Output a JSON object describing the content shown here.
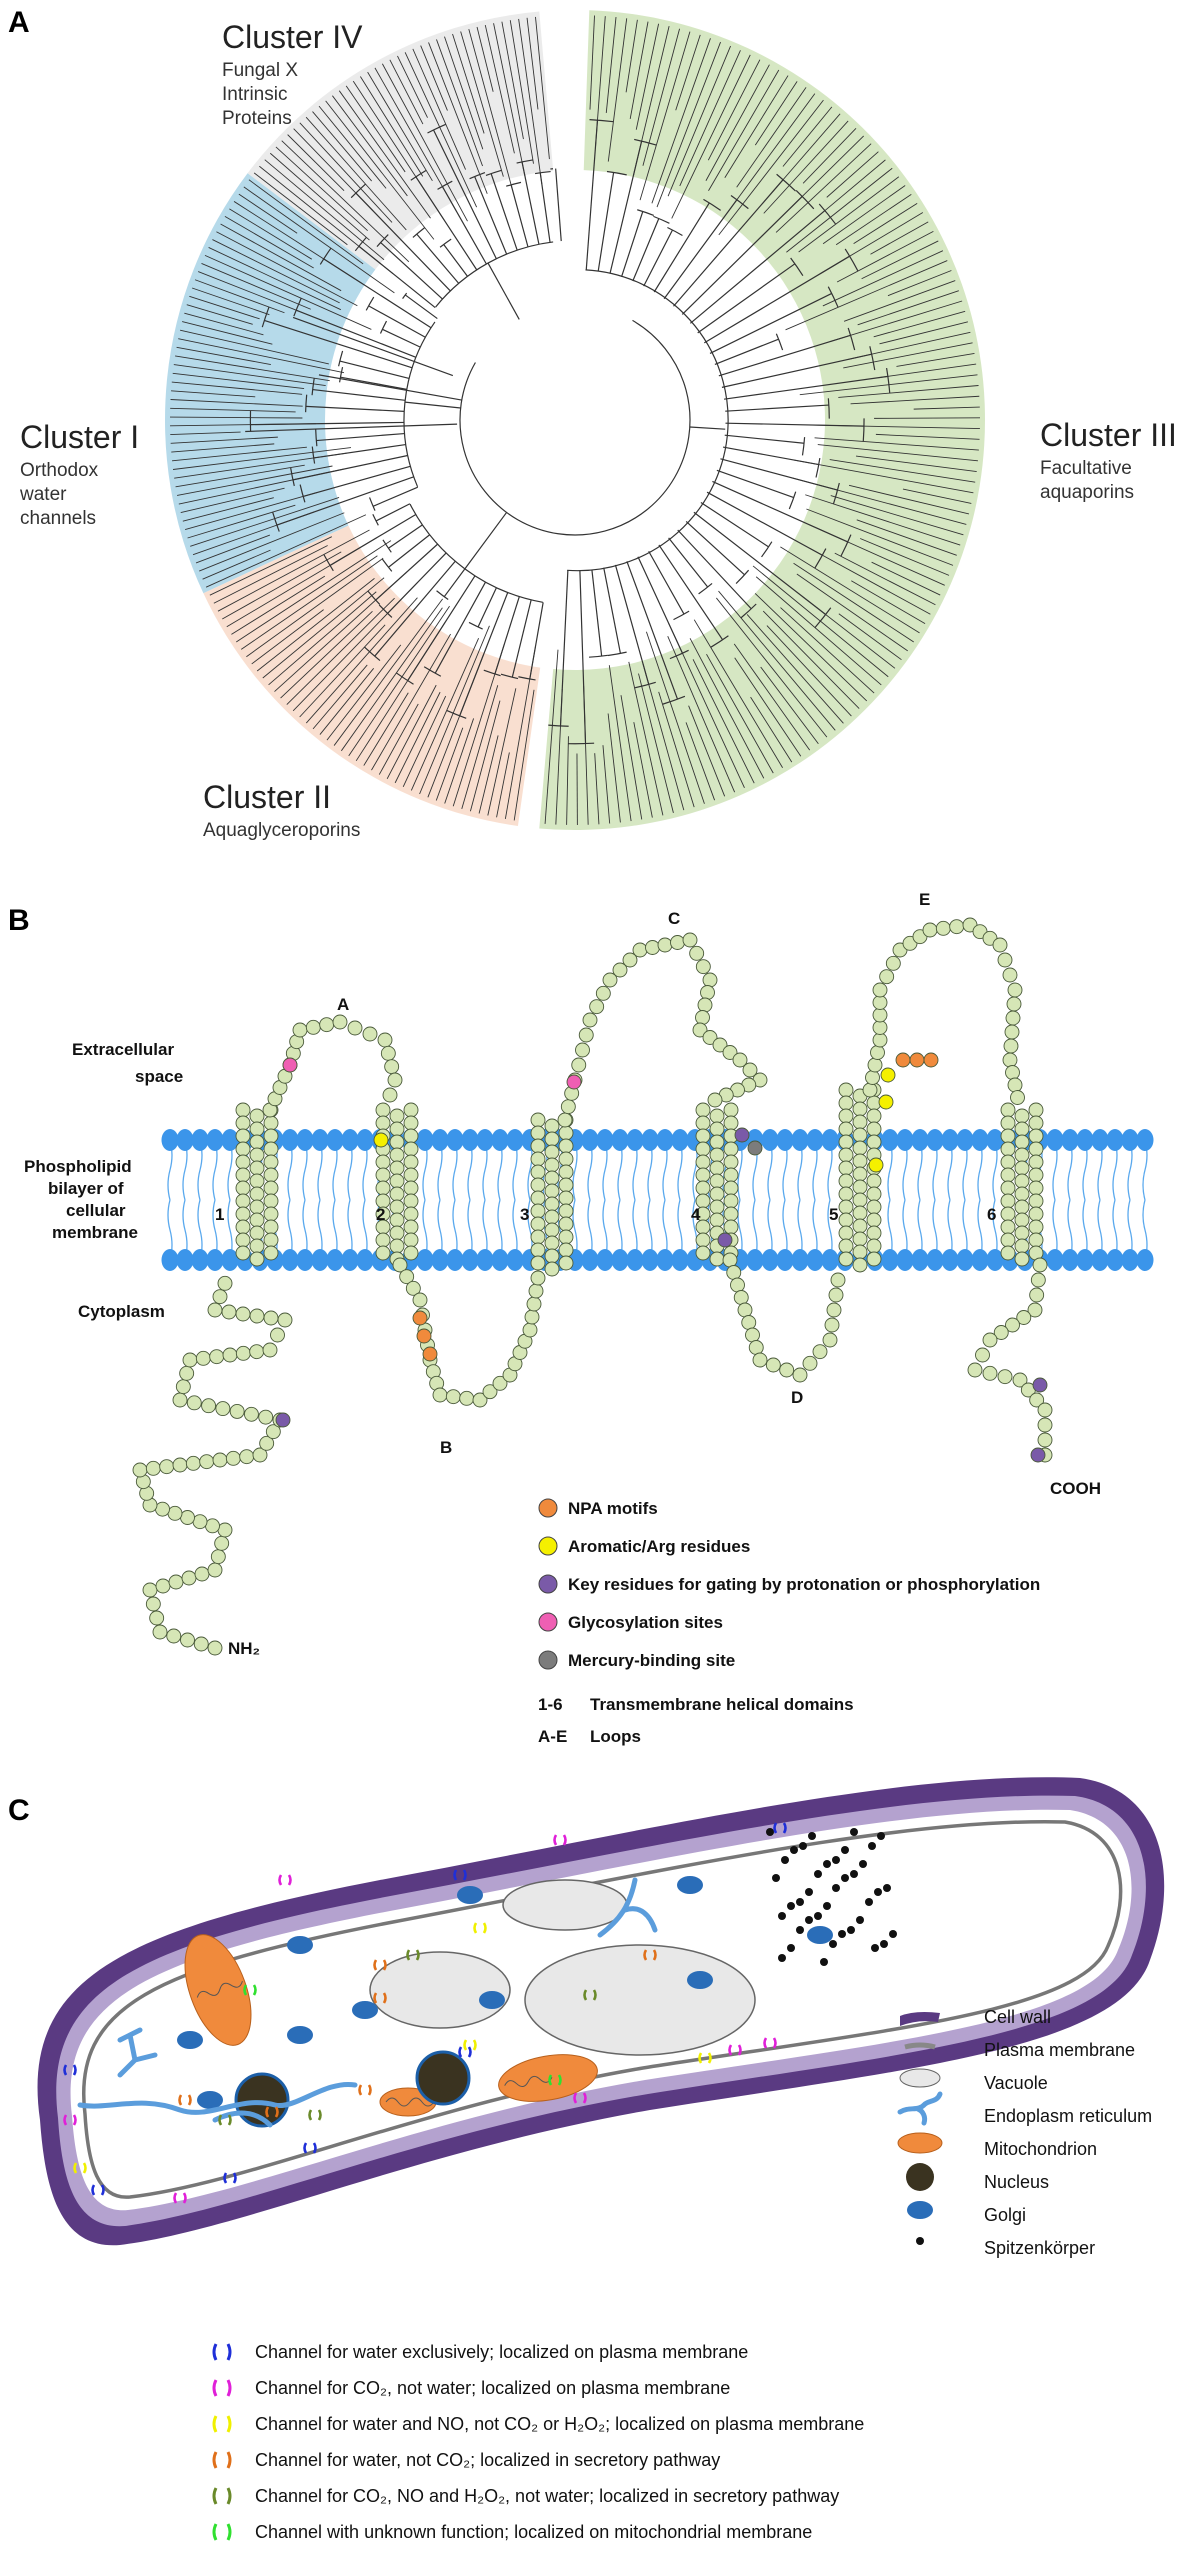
{
  "panel_a": {
    "letter": "A",
    "clusters": [
      {
        "title": "Cluster IV",
        "subtitle": [
          "Fungal X",
          "Intrinsic",
          "Proteins"
        ],
        "color": "#e8e8e8"
      },
      {
        "title": "Cluster I",
        "subtitle": [
          "Orthodox",
          "water",
          "channels"
        ],
        "color": "#a9d3e6"
      },
      {
        "title": "Cluster II",
        "subtitle": [
          "Aquaglyceroporins"
        ],
        "color": "#f8d9c8"
      },
      {
        "title": "Cluster III",
        "subtitle": [
          "Facultative",
          "aquaporins"
        ],
        "color": "#cfe3b8"
      }
    ]
  },
  "panel_b": {
    "letter": "B",
    "region_labels": {
      "extracellular": "Extracellular space",
      "bilayer": [
        "Phospholipid",
        "bilayer of",
        "cellular",
        "membrane"
      ],
      "cytoplasm": "Cytoplasm"
    },
    "loops": [
      "A",
      "B",
      "C",
      "D",
      "E"
    ],
    "helices": [
      "1",
      "2",
      "3",
      "4",
      "5",
      "6"
    ],
    "termini": {
      "n": "NH₂",
      "c": "COOH"
    },
    "legend": [
      {
        "label": "NPA motifs",
        "color": "#f08a3c"
      },
      {
        "label": "Aromatic/Arg  residues",
        "color": "#f5f000"
      },
      {
        "label": "Key residues for gating by protonation or phosphorylation",
        "color": "#7a5aa8"
      },
      {
        "label": "Glycosylation sites",
        "color": "#ef5fb3"
      },
      {
        "label": "Mercury-binding site",
        "color": "#7c7c7c"
      }
    ],
    "keys": [
      {
        "code": "1-6",
        "label": "Transmembrane helical domains"
      },
      {
        "code": "A-E",
        "label": "Loops"
      }
    ]
  },
  "panel_c": {
    "letter": "C",
    "organelle_legend": [
      {
        "label": "Cell wall",
        "icon": "cell-wall-icon"
      },
      {
        "label": "Plasma membrane",
        "icon": "plasma-membrane-icon"
      },
      {
        "label": "Vacuole",
        "icon": "vacuole-icon"
      },
      {
        "label": "Endoplasm reticulum",
        "icon": "er-icon"
      },
      {
        "label": "Mitochondrion",
        "icon": "mitochondrion-icon"
      },
      {
        "label": "Nucleus",
        "icon": "nucleus-icon"
      },
      {
        "label": "Golgi",
        "icon": "golgi-icon"
      },
      {
        "label": "Spitzenkörper",
        "icon": "spitzenkorper-icon"
      }
    ],
    "channel_legend": [
      {
        "label": "Channel for water exclusively; localized on plasma membrane",
        "color": "#1f2fd8"
      },
      {
        "label": "Channel for CO₂, not water; localized on plasma membrane",
        "color": "#e020d8"
      },
      {
        "label": "Channel for water and NO, not CO₂ or H₂O₂; localized on plasma membrane",
        "color": "#f0f000"
      },
      {
        "label": "Channel for water, not CO₂; localized in secretory pathway",
        "color": "#e0701a"
      },
      {
        "label": "Channel for CO₂, NO and H₂O₂, not water; localized in secretory pathway",
        "color": "#6a8a2a"
      },
      {
        "label": "Channel with unknown function; localized on mitochondrial membrane",
        "color": "#30e030"
      }
    ]
  }
}
